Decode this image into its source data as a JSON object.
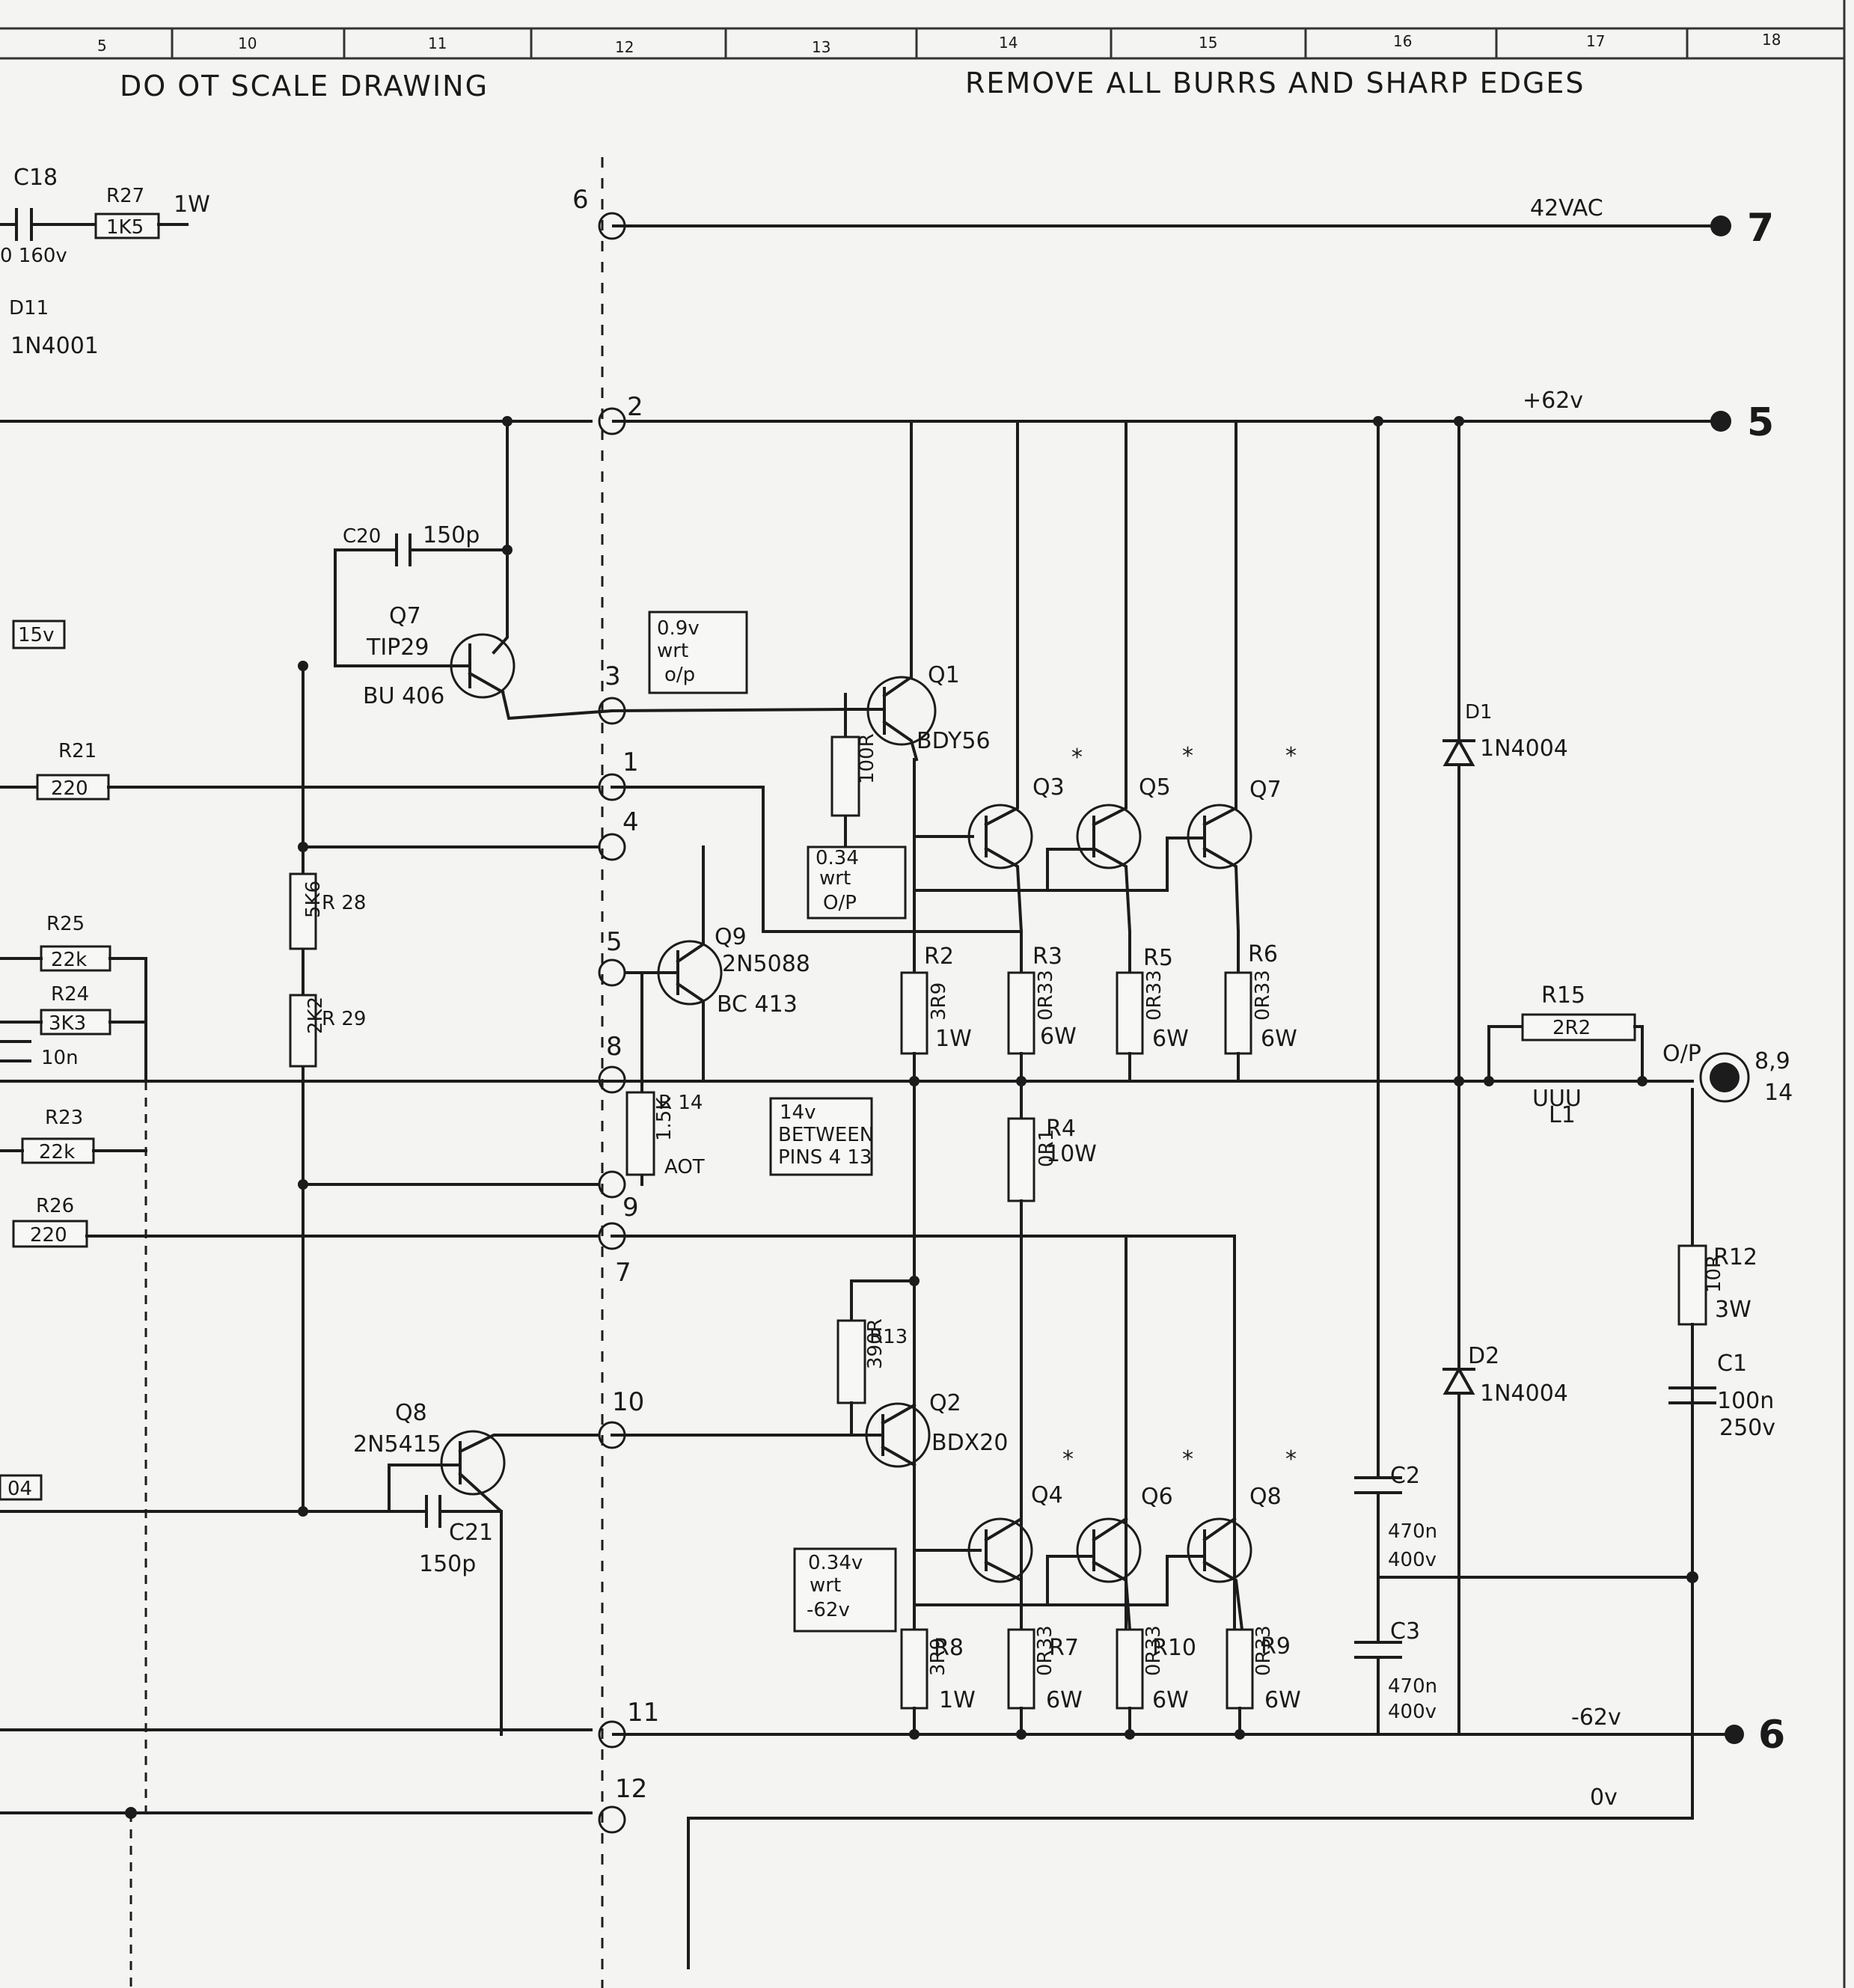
{
  "header": {
    "left_note": "DO OT SCALE DRAWING",
    "right_note": "REMOVE ALL BURRS AND SHARP EDGES",
    "zones": [
      "5",
      "10",
      "11",
      "12",
      "13",
      "14",
      "15",
      "16",
      "17",
      "18"
    ]
  },
  "rails": {
    "ac_label": "42VAC",
    "pos_label": "+62v",
    "neg_label": "-62v",
    "zero_label": "0v",
    "ac_terminal": "7",
    "pos_terminal": "5",
    "neg_terminal": "6"
  },
  "connector_pins": [
    "6",
    "2",
    "3",
    "1",
    "4",
    "5",
    "8",
    "9",
    "7",
    "10",
    "11",
    "12"
  ],
  "notes": {
    "q7_bias": [
      "0.9v",
      "wrt",
      "o/p"
    ],
    "q3_bias": [
      "0.34",
      "wrt",
      "O/P"
    ],
    "q4_bias": [
      "0.34v",
      "wrt",
      "-62v"
    ],
    "pins_note": [
      "14v",
      "BETWEEN",
      "PINS 4 13"
    ]
  },
  "components": {
    "c18": {
      "ref": "C18",
      "value": "0 160v"
    },
    "r27": {
      "ref": "R27",
      "value": "1K5",
      "rating": "1W"
    },
    "d11": {
      "ref": "D11",
      "value": "1N4001"
    },
    "c20": {
      "ref": "C20",
      "value": "150p"
    },
    "q7": {
      "ref": "Q7",
      "type": "TIP29",
      "alt": "BU 406"
    },
    "left_box": {
      "value": "15v"
    },
    "r21": {
      "ref": "R21",
      "value": "220"
    },
    "r25": {
      "ref": "R25",
      "value": "22k"
    },
    "r24": {
      "ref": "R24",
      "value": "3K3"
    },
    "cap_left": {
      "value": "10n"
    },
    "r23": {
      "ref": "R23",
      "value": "22k"
    },
    "r26": {
      "ref": "R26",
      "value": "220"
    },
    "left_bottom": {
      "value": "04"
    },
    "r28": {
      "ref": "R 28",
      "value": "5K6"
    },
    "r29": {
      "ref": "R 29",
      "value": "2K2"
    },
    "q9": {
      "ref": "Q9",
      "type": "2N5088",
      "alt": "BC 413"
    },
    "r14": {
      "ref": "R 14",
      "value": "1.5K",
      "extra": "AOT"
    },
    "q1": {
      "ref": "Q1",
      "type": "BDY56"
    },
    "r100": {
      "value": "100R"
    },
    "q3": {
      "ref": "Q3"
    },
    "q5": {
      "ref": "Q5"
    },
    "q7o": {
      "ref": "Q7"
    },
    "r2": {
      "ref": "R2",
      "value": "3R9",
      "rating": "1W"
    },
    "r3": {
      "ref": "R3",
      "value": "0R33",
      "rating": "6W"
    },
    "r5": {
      "ref": "R5",
      "value": "0R33",
      "rating": "6W"
    },
    "r6": {
      "ref": "R6",
      "value": "0R33",
      "rating": "6W"
    },
    "r4": {
      "ref": "R4",
      "value": "0R1",
      "rating": "10W"
    },
    "r13": {
      "ref": "R13",
      "value": "390R"
    },
    "q2": {
      "ref": "Q2",
      "type": "BDX20"
    },
    "q8": {
      "ref": "Q8",
      "type": "2N5415"
    },
    "c21": {
      "ref": "C21",
      "value": "150p"
    },
    "q4": {
      "ref": "Q4"
    },
    "q6": {
      "ref": "Q6"
    },
    "q8o": {
      "ref": "Q8"
    },
    "r8": {
      "ref": "R8",
      "value": "3R9",
      "rating": "1W"
    },
    "r7": {
      "ref": "R7",
      "value": "0R33",
      "rating": "6W"
    },
    "r10": {
      "ref": "R10",
      "value": "0R33",
      "rating": "6W"
    },
    "r9": {
      "ref": "R9",
      "value": "0R33",
      "rating": "6W"
    },
    "d1": {
      "ref": "D1",
      "value": "1N4004"
    },
    "d2": {
      "ref": "D2",
      "value": "1N4004"
    },
    "c2": {
      "ref": "C2",
      "value": "470n",
      "rating": "400v"
    },
    "c3": {
      "ref": "C3",
      "value": "470n",
      "rating": "400v"
    },
    "r15": {
      "ref": "R15",
      "value": "2R2"
    },
    "l1": {
      "ref": "L1",
      "winding": "UUU"
    },
    "r12": {
      "ref": "R12",
      "value": "10R",
      "rating": "3W"
    },
    "c1": {
      "ref": "C1",
      "value": "100n",
      "rating": "250v"
    },
    "output": {
      "label": "O/P",
      "pins": "8,9",
      "pin2": "14"
    }
  },
  "star_mark": "*"
}
